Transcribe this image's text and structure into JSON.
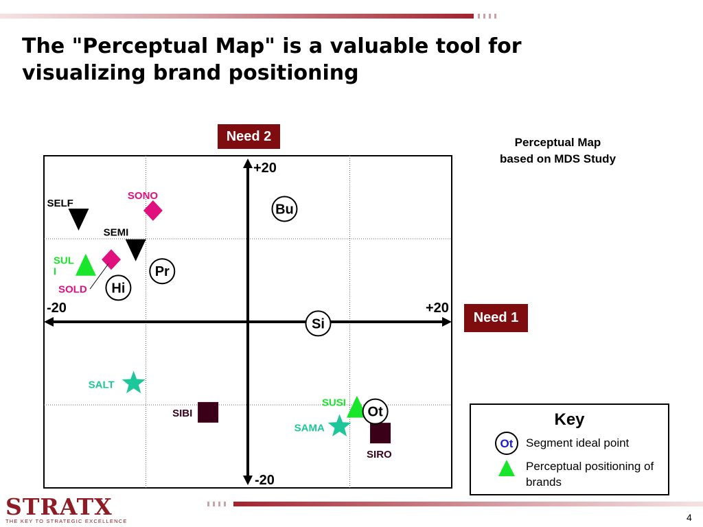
{
  "title": "The \"Perceptual Map\" is a valuable tool for visualizing brand positioning",
  "caption": "Perceptual Map\nbased on MDS Study",
  "logo": {
    "text": "STRATX",
    "tagline": "THE KEY TO STRATEGIC EXCELLENCE"
  },
  "page_number": "4",
  "colors": {
    "accent": "#7f0d10",
    "green_brand": "#17e62a",
    "magenta_brand": "#e0117f",
    "teal_brand": "#1ec79a",
    "dark_brand": "#3a0018",
    "black_brand": "#000000"
  },
  "chart_data": {
    "type": "scatter",
    "xlabel": "Need 1",
    "ylabel": "Need 2",
    "xlim": [
      -20,
      20
    ],
    "ylim": [
      -20,
      20
    ],
    "x_tick_labels": [
      "-20",
      "+20"
    ],
    "y_tick_labels": [
      "-20",
      "+20"
    ],
    "grid": true,
    "brands": [
      {
        "name": "SELF",
        "x": -16.6,
        "y": 12.4,
        "marker": "triangle-down",
        "color": "#000000"
      },
      {
        "name": "SONO",
        "x": -9.3,
        "y": 13.4,
        "marker": "diamond",
        "color": "#e0117f"
      },
      {
        "name": "SEMI",
        "x": -11.0,
        "y": 8.7,
        "marker": "triangle-down",
        "color": "#000000"
      },
      {
        "name": "SUL\nI",
        "x": -15.9,
        "y": 6.8,
        "marker": "triangle-up",
        "color": "#17e62a"
      },
      {
        "name": "SOLD",
        "x": -13.4,
        "y": 7.5,
        "marker": "diamond",
        "color": "#e0117f"
      },
      {
        "name": "SALT",
        "x": -11.2,
        "y": -7.4,
        "marker": "star",
        "color": "#1ec79a"
      },
      {
        "name": "SIBI",
        "x": -3.9,
        "y": -10.9,
        "marker": "square",
        "color": "#3a0018"
      },
      {
        "name": "SUSI",
        "x": 10.7,
        "y": -10.3,
        "marker": "triangle-up",
        "color": "#17e62a"
      },
      {
        "name": "SAMA",
        "x": 9.0,
        "y": -12.6,
        "marker": "star",
        "color": "#1ec79a"
      },
      {
        "name": "SIRO",
        "x": 13.0,
        "y": -13.4,
        "marker": "square",
        "color": "#3a0018"
      }
    ],
    "segment_ideal_points": [
      {
        "name": "Bu",
        "x": 3.6,
        "y": 13.6
      },
      {
        "name": "Pr",
        "x": -8.4,
        "y": 6.1
      },
      {
        "name": "Hi",
        "x": -12.7,
        "y": 4.1
      },
      {
        "name": "Si",
        "x": 6.9,
        "y": -0.2
      },
      {
        "name": "Ot",
        "x": 12.5,
        "y": -10.8
      }
    ]
  },
  "key": {
    "title": "Key",
    "ideal_symbol": "Ot",
    "ideal_label": "Segment ideal point",
    "brand_label": "Perceptual positioning of brands"
  }
}
